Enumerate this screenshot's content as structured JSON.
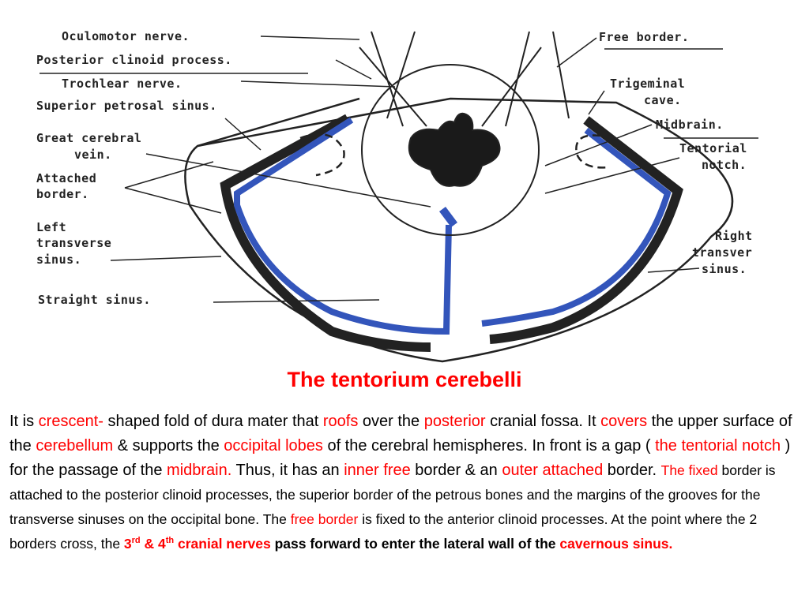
{
  "labels": {
    "oculomotor": "Oculomotor nerve.",
    "posterior_clinoid": "Posterior clinoid process.",
    "trochlear": "Trochlear nerve.",
    "superior_petrosal": "Superior petrosal sinus.",
    "great_cerebral_1": "Great cerebral",
    "great_cerebral_2": "vein.",
    "attached_1": "Attached",
    "attached_2": "border.",
    "left_transverse_1": "Left",
    "left_transverse_2": "transverse",
    "left_transverse_3": "sinus.",
    "straight_sinus": "Straight sinus.",
    "free_border": "Free border.",
    "trigeminal_1": "Trigeminal",
    "trigeminal_2": "cave.",
    "midbrain": "Midbrain.",
    "tentorial_notch_1": "Tentorial",
    "tentorial_notch_2": "notch.",
    "right_transverse_1": "Right",
    "right_transverse_2": "transver",
    "right_transverse_3": "sinus."
  },
  "title": "The tentorium cerebelli",
  "text": {
    "s1": "It is ",
    "s2": "crescent-",
    "s3": " shaped fold of dura mater that ",
    "s4": "roofs",
    "s5": " over the ",
    "s6": "posterior",
    "s7": " cranial fossa. It ",
    "s8": "covers",
    "s9": " the upper surface of the ",
    "s10": "cerebellum",
    "s11": " & supports the ",
    "s12": "occipital lobes",
    "s13": " of the cerebral hemispheres. In front is a gap ( ",
    "s14": "the tentorial notch",
    "s15": " ) for the passage of the ",
    "s16": "midbrain.",
    "s17": " Thus, it has an ",
    "s18": "inner free",
    "s19": " border & an ",
    "s20": "outer attached",
    "s21": " border. ",
    "s22": "The fixed",
    "s23": " border is attached to the posterior clinoid processes, the superior border of the petrous bones and the margins of the grooves for the transverse sinuses on the occipital bone. The ",
    "s24": "free border",
    "s25": " is fixed to the anterior clinoid processes. At the point where the 2 borders cross, the ",
    "s26": "3",
    "s27": "rd",
    "s28": " & 4",
    "s29": "th",
    "s30": " cranial nerves",
    "s31": " pass forward to enter the lateral wall of the ",
    "s32": "cavernous sinus."
  },
  "colors": {
    "accent": "#ff0000",
    "sinus_blue": "#3355bb",
    "ink": "#222222"
  }
}
